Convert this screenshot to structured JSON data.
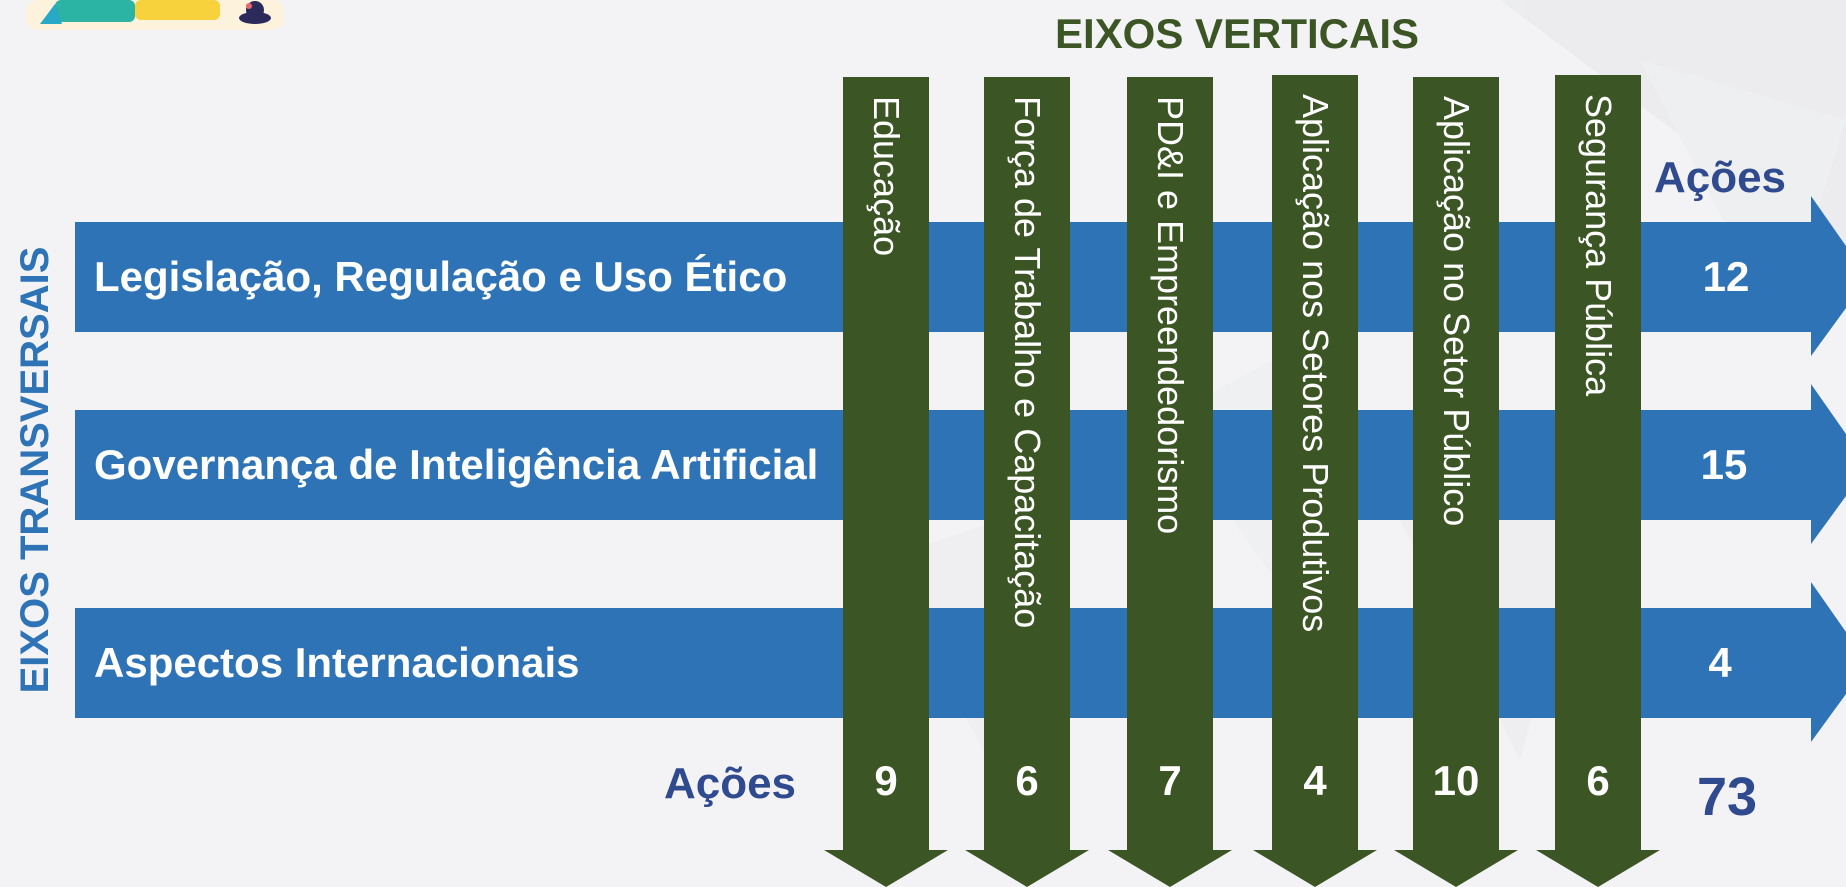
{
  "title_vertical": "EIXOS VERTICAIS",
  "title_transversal": "EIXOS TRANSVERSAIS",
  "actions_label_top": "Ações",
  "actions_label_bottom": "Ações",
  "total_actions": "73",
  "colors": {
    "transversal_blue": "#2e73b6",
    "vertical_green": "#3b5524",
    "title_green": "#3b5524",
    "title_blue": "#2e73b6",
    "label_navy": "#2f4a8e",
    "text_white": "#ffffff"
  },
  "horizontal_axes": [
    {
      "label": "Legislação, Regulação e Uso Ético",
      "actions": "12"
    },
    {
      "label": "Governança de Inteligência Artificial",
      "actions": "15"
    },
    {
      "label": "Aspectos Internacionais",
      "actions": "4"
    }
  ],
  "vertical_axes": [
    {
      "label": "Educação",
      "actions": "9"
    },
    {
      "label": "Força de Trabalho e Capacitação",
      "actions": "6"
    },
    {
      "label": "PD&I e Empreendedorismo",
      "actions": "7"
    },
    {
      "label": "Aplicação nos Setores Produtivos",
      "actions": "4"
    },
    {
      "label": "Aplicação no Setor Público",
      "actions": "10"
    },
    {
      "label": "Segurança Pública",
      "actions": "6"
    }
  ],
  "icons": [
    "logo-illustration-icon"
  ]
}
